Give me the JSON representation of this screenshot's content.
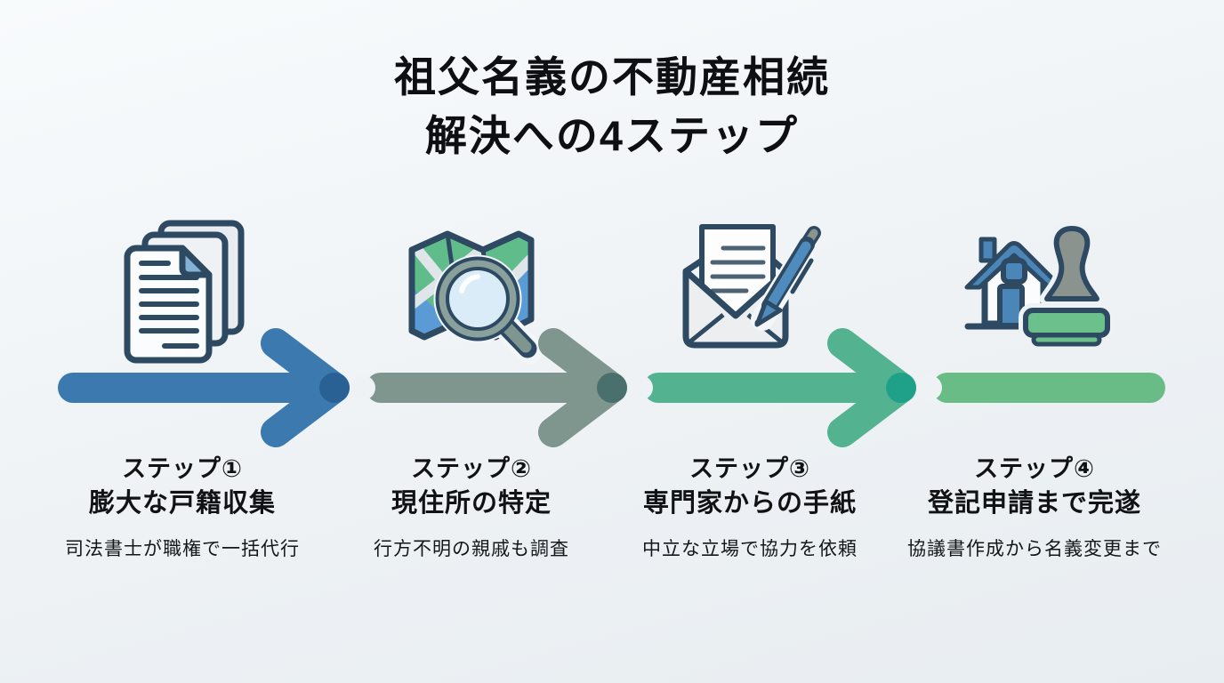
{
  "title": {
    "line1": "祖父名義の不動産相続",
    "line2": "解決への4ステップ"
  },
  "steps": [
    {
      "label": "ステップ①",
      "heading": "膨大な戸籍収集",
      "description": "司法書士が職権で一括代行",
      "icon": "documents-stack-icon",
      "arrow_color": "#3c79ae",
      "arrow_tip_color": "#2a6195"
    },
    {
      "label": "ステップ②",
      "heading": "現住所の特定",
      "description": "行方不明の親戚も調査",
      "icon": "map-search-icon",
      "arrow_color": "#7f968f",
      "arrow_tip_color": "#4a706e"
    },
    {
      "label": "ステップ③",
      "heading": "専門家からの手紙",
      "description": "中立な立場で協力を依頼",
      "icon": "envelope-pen-icon",
      "arrow_color": "#53b390",
      "arrow_tip_color": "#1fa189"
    },
    {
      "label": "ステップ④",
      "heading": "登記申請まで完遂",
      "description": "協議書作成から名義変更まで",
      "icon": "house-stamp-icon",
      "arrow_color": "#69bc85",
      "arrow_tip_color": "#69bc85"
    }
  ],
  "colors": {
    "background": "#eef2f5",
    "title_text": "#0d0f12"
  }
}
